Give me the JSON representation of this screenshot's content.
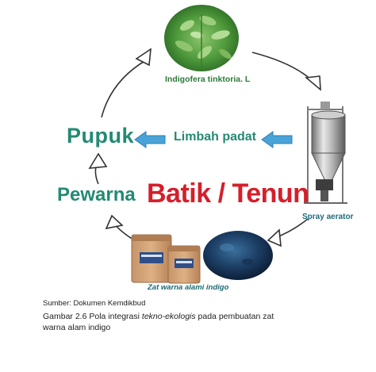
{
  "nodes": {
    "plant_label": "Indigofera tinktoria. L",
    "pupuk": "Pupuk",
    "limbah": "Limbah padat",
    "pewarna": "Pewarna",
    "batik": "Batik / Tenun",
    "spray": "Spray aerator",
    "zat": "Zat warna alami indigo"
  },
  "caption": {
    "source": "Sumber: Dokumen Kemdikbud",
    "prefix": "Gambar 2.6 Pola integrasi ",
    "emph": "tekno-ekologis",
    "suffix": " pada pembuatan zat warna alam indigo"
  },
  "colors": {
    "teal": "#238a73",
    "red": "#d51f2a",
    "arrow_blue": "#4aa3d8"
  }
}
